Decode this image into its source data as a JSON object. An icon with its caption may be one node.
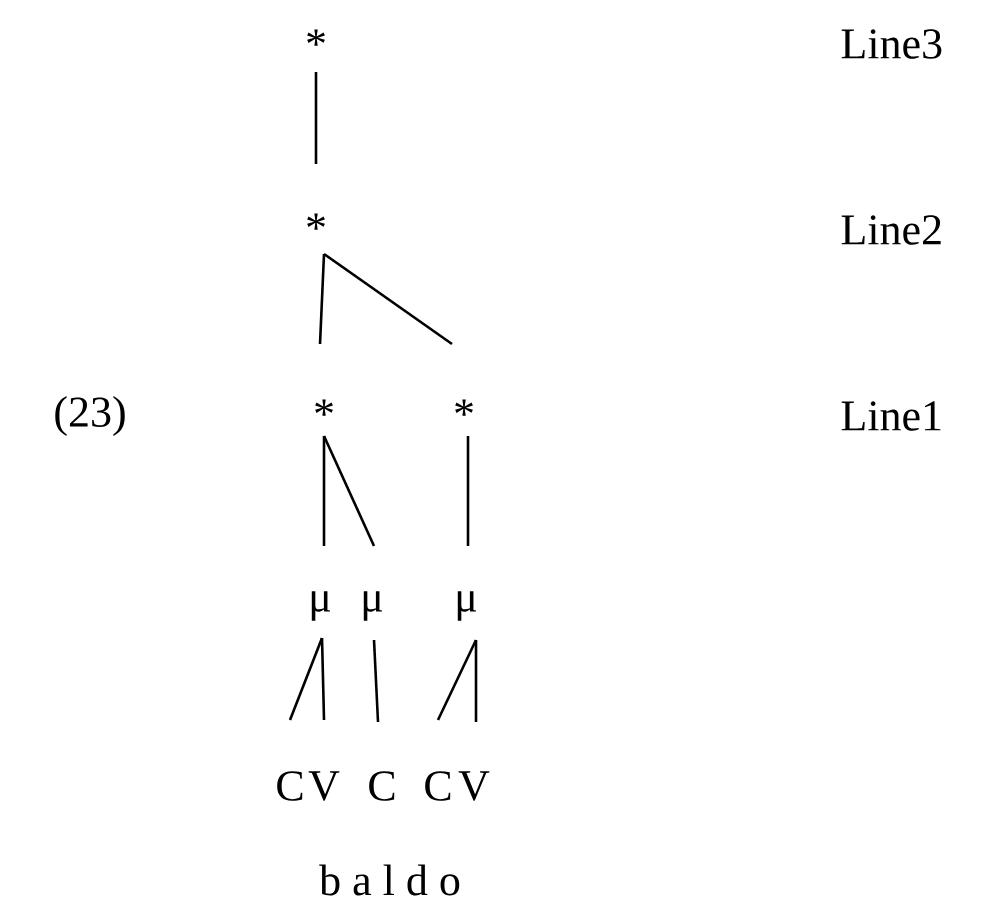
{
  "diagram": {
    "nodes": [
      {
        "text": [
          "*"
        ]
      },
      {
        "text": [
          "*"
        ]
      },
      {
        "text": [
          "*"
        ]
      },
      {
        "text": [
          "*"
        ]
      },
      {
        "text": [
          "μ"
        ]
      },
      {
        "text": [
          "μ"
        ]
      },
      {
        "text": [
          "μ"
        ]
      },
      {
        "text": [
          "C"
        ]
      },
      {
        "text": [
          "V"
        ]
      },
      {
        "text": [
          "C"
        ]
      },
      {
        "text": [
          "C"
        ]
      },
      {
        "text": [
          "V"
        ]
      }
    ],
    "edges": [
      {
        "from": 0,
        "to": 1,
        "arrow": "none"
      },
      {
        "from": 1,
        "to": 2,
        "arrow": "none"
      },
      {
        "from": 1,
        "to": 3,
        "arrow": "none"
      },
      {
        "from": 2,
        "to": 4,
        "arrow": "none"
      },
      {
        "from": 2,
        "to": 5,
        "arrow": "none"
      },
      {
        "from": 3,
        "to": 6,
        "arrow": "none"
      },
      {
        "from": 4,
        "to": 7,
        "arrow": "none"
      },
      {
        "from": 4,
        "to": 8,
        "arrow": "none"
      },
      {
        "from": 5,
        "to": 9,
        "arrow": "none"
      },
      {
        "from": 6,
        "to": 10,
        "arrow": "none"
      },
      {
        "from": 6,
        "to": 11,
        "arrow": "none"
      }
    ],
    "labels": [
      "Line3",
      "Line2",
      "(23)",
      "Line1",
      "b a l d o"
    ]
  }
}
